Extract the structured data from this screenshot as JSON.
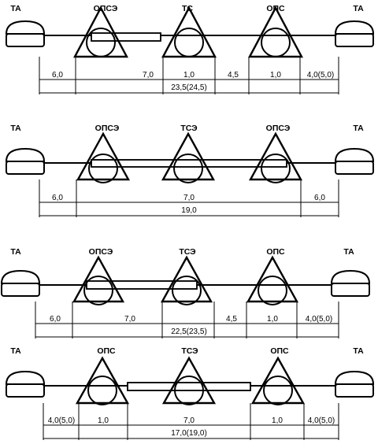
{
  "diagram": {
    "rows": [
      {
        "id": "row1",
        "labels": [
          "ТА",
          "ОПСЭ",
          "ТС",
          "ОПС",
          "ТА"
        ],
        "dims": [
          "6,0",
          "7,0",
          "1,0",
          "4,5",
          "1,0",
          "4,0(5,0)"
        ],
        "total": "23,5(24,5)"
      },
      {
        "id": "row2",
        "labels": [
          "ТА",
          "ОПСЭ",
          "ТСЭ",
          "ОПСЭ",
          "ТА"
        ],
        "dims": [
          "6,0",
          "7,0",
          "6,0"
        ],
        "total": "19,0"
      },
      {
        "id": "row3",
        "labels": [
          "ТА",
          "ОПСЭ",
          "ТСЭ",
          "ОПС",
          "ТА"
        ],
        "dims": [
          "6,0",
          "7,0",
          "4,5",
          "1,0",
          "4,0(5,0)"
        ],
        "total": "22,5(23,5)"
      },
      {
        "id": "row4",
        "labels": [
          "ТА",
          "ОПС",
          "ТСЭ",
          "ОПС",
          "ТА"
        ],
        "dims": [
          "4,0(5,0)",
          "1,0",
          "7,0",
          "1,0",
          "4,0(5,0)"
        ],
        "total": "17,0(19,0)"
      }
    ]
  }
}
